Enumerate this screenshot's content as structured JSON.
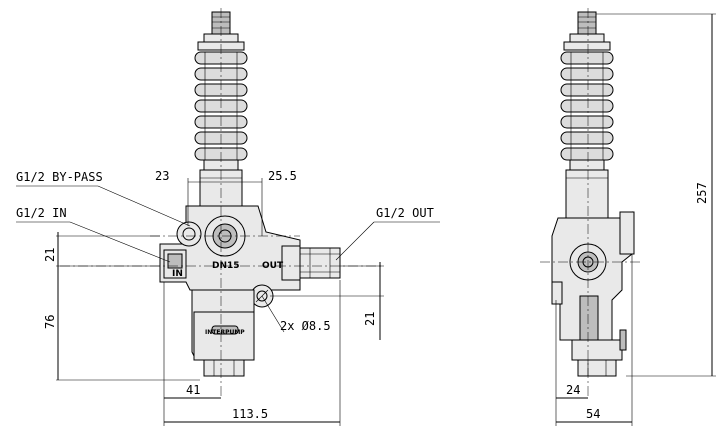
{
  "labels": {
    "bypass": "G1/2  BY-PASS",
    "inlet": "G1/2  IN",
    "outlet": "G1/2  OUT",
    "in_mark": "IN",
    "out_mark": "OUT",
    "dn": "DN15",
    "holes": "2x Ø8.5",
    "logo": "INTERPUMP"
  },
  "dimensions": {
    "d23": "23",
    "d25_5": "25.5",
    "d21_left": "21",
    "d76": "76",
    "d21_right": "21",
    "d41": "41",
    "d113_5": "113.5",
    "d257": "257",
    "d24": "24",
    "d54": "54"
  },
  "colors": {
    "line": "#000000",
    "body_fill": "#e9e9e9",
    "shade_fill": "#bdbdbd",
    "background": "#ffffff"
  }
}
